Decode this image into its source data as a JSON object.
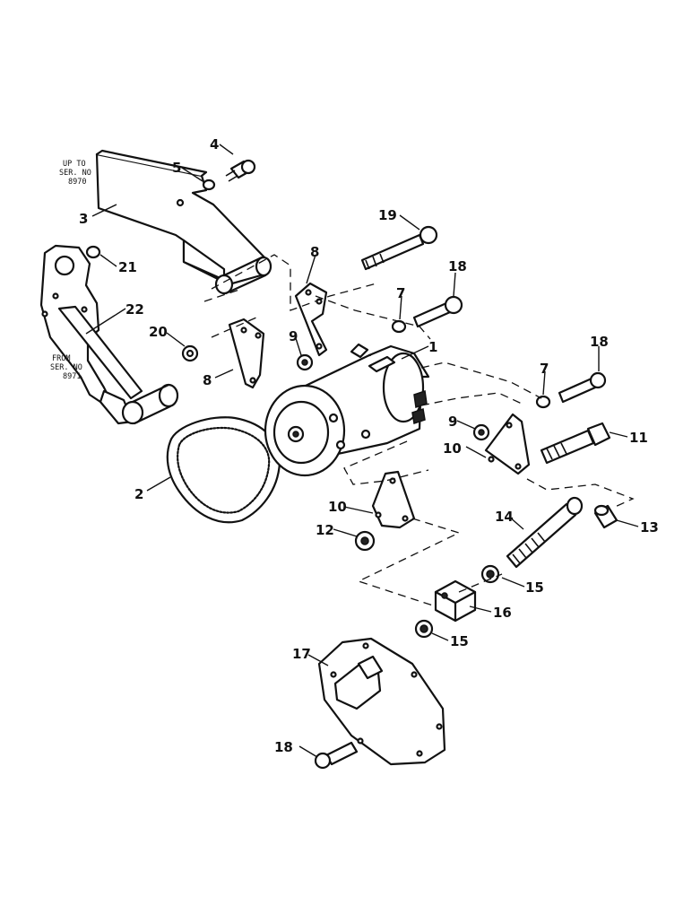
{
  "callouts": {
    "c1": "1",
    "c2": "2",
    "c3": "3",
    "c4": "4",
    "c5": "5",
    "c7a": "7",
    "c7b": "7",
    "c8a": "8",
    "c8b": "8",
    "c9a": "9",
    "c9b": "9",
    "c10a": "10",
    "c10b": "10",
    "c11": "11",
    "c12": "12",
    "c13": "13",
    "c14": "14",
    "c15a": "15",
    "c15b": "15",
    "c16": "16",
    "c17": "17",
    "c18a": "18",
    "c18b": "18",
    "c18c": "18",
    "c19": "19",
    "c20": "20",
    "c21": "21",
    "c22": "22"
  },
  "notes": {
    "up_to_line1": "UP TO",
    "up_to_line2": "SER. NO",
    "up_to_line3": "8970",
    "from_line1": "FROM",
    "from_line2": "SER. NO",
    "from_line3": "8971"
  }
}
